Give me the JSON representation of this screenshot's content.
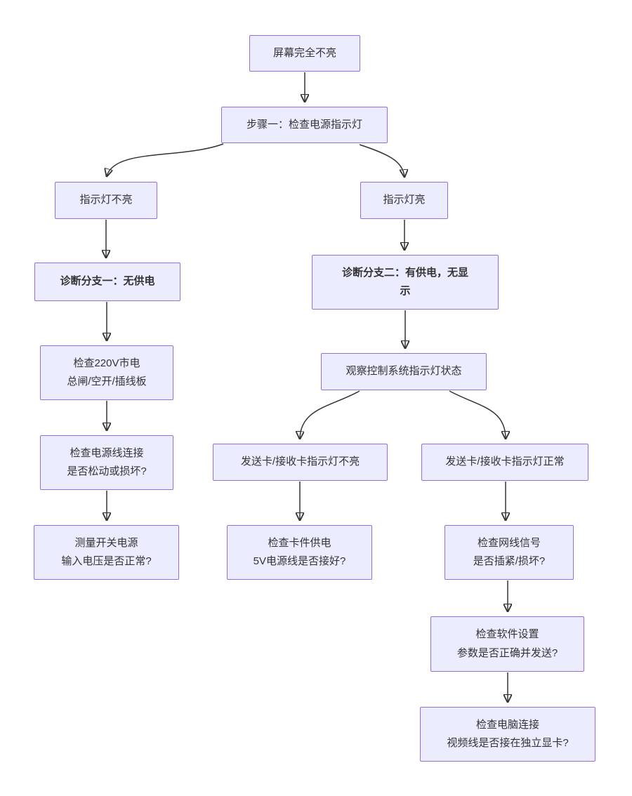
{
  "diagram": {
    "type": "flowchart",
    "direction": "top-down",
    "colors": {
      "background": "#ffffff",
      "node_fill": "#ECECFF",
      "node_border": "#9370DB",
      "edge": "#333333",
      "text": "#333333"
    },
    "nodes": [
      {
        "id": "screen-dark",
        "label": "屏幕完全不亮",
        "bold": false
      },
      {
        "id": "step1",
        "label": "步骤一：检查电源指示灯",
        "bold": false
      },
      {
        "id": "light-off",
        "label": "指示灯不亮",
        "bold": false
      },
      {
        "id": "light-on",
        "label": "指示灯亮",
        "bold": false
      },
      {
        "id": "branch1",
        "label": "诊断分支一：无供电",
        "bold": true
      },
      {
        "id": "branch2",
        "label": "诊断分支二：有供电，无显\n示",
        "bold": true
      },
      {
        "id": "check-mains",
        "label": "检查220V市电\n总闸/空开/插线板",
        "bold": false
      },
      {
        "id": "observe-cards",
        "label": "观察控制系统指示灯状态",
        "bold": false
      },
      {
        "id": "check-power-cord",
        "label": "检查电源线连接\n是否松动或损坏?",
        "bold": false
      },
      {
        "id": "cards-light-off",
        "label": "发送卡/接收卡指示灯不亮",
        "bold": false
      },
      {
        "id": "cards-light-ok",
        "label": "发送卡/接收卡指示灯正常",
        "bold": false
      },
      {
        "id": "measure-psu",
        "label": "测量开关电源\n输入电压是否正常?",
        "bold": false
      },
      {
        "id": "check-5v",
        "label": "检查卡件供电\n5V电源线是否接好?",
        "bold": false
      },
      {
        "id": "check-lan",
        "label": "检查网线信号\n是否插紧/损坏?",
        "bold": false
      },
      {
        "id": "check-software",
        "label": "检查软件设置\n参数是否正确并发送?",
        "bold": false
      },
      {
        "id": "check-pc",
        "label": "检查电脑连接\n视频线是否接在独立显卡?",
        "bold": false
      }
    ],
    "edges": [
      {
        "from": "screen-dark",
        "to": "step1"
      },
      {
        "from": "step1",
        "to": "light-off"
      },
      {
        "from": "step1",
        "to": "light-on"
      },
      {
        "from": "light-off",
        "to": "branch1"
      },
      {
        "from": "light-on",
        "to": "branch2"
      },
      {
        "from": "branch1",
        "to": "check-mains"
      },
      {
        "from": "branch2",
        "to": "observe-cards"
      },
      {
        "from": "check-mains",
        "to": "check-power-cord"
      },
      {
        "from": "observe-cards",
        "to": "cards-light-off"
      },
      {
        "from": "observe-cards",
        "to": "cards-light-ok"
      },
      {
        "from": "check-power-cord",
        "to": "measure-psu"
      },
      {
        "from": "cards-light-off",
        "to": "check-5v"
      },
      {
        "from": "cards-light-ok",
        "to": "check-lan"
      },
      {
        "from": "check-lan",
        "to": "check-software"
      },
      {
        "from": "check-software",
        "to": "check-pc"
      }
    ]
  }
}
